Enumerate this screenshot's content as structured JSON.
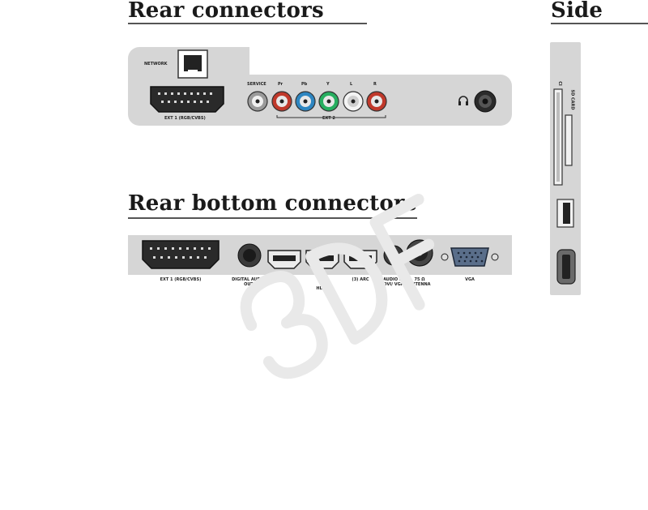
{
  "headings": {
    "rear": "Rear connectors",
    "rear_bottom": "Rear bottom connectors",
    "side": "Side"
  },
  "rear_panel": {
    "network_label": "NETWORK",
    "scart_label": "EXT 1   (RGB/CVBS)",
    "jack_labels": [
      "SERVICE",
      "Pr",
      "Pb",
      "Y",
      "L",
      "R"
    ],
    "group_label": "EXT 2"
  },
  "bottom_panel": {
    "labels": {
      "scart": "EXT 1   (RGB/CVBS)",
      "digital_audio": "DIGITAL AUDIO OUT",
      "hdmi1": "(1)",
      "hdmi2": "(2)",
      "hdmi_group": "HDMI",
      "hdmi3": "(3) ARC",
      "audio_in": "AUDIO IN DVI/ VGA",
      "antenna": "75 Ω ANTENNA",
      "vga": "VGA"
    }
  },
  "side_panel": {
    "ci_label": "CI",
    "slot_label": "SD CARD"
  },
  "colors": {
    "panel": "#d6d6d6",
    "jack_red": "#c0392b",
    "jack_blue": "#2e86c1",
    "jack_green": "#27ae60",
    "jack_white": "#f4f4f4",
    "jack_grey": "#9a9a9a"
  },
  "icons": [
    "headphone-icon"
  ]
}
